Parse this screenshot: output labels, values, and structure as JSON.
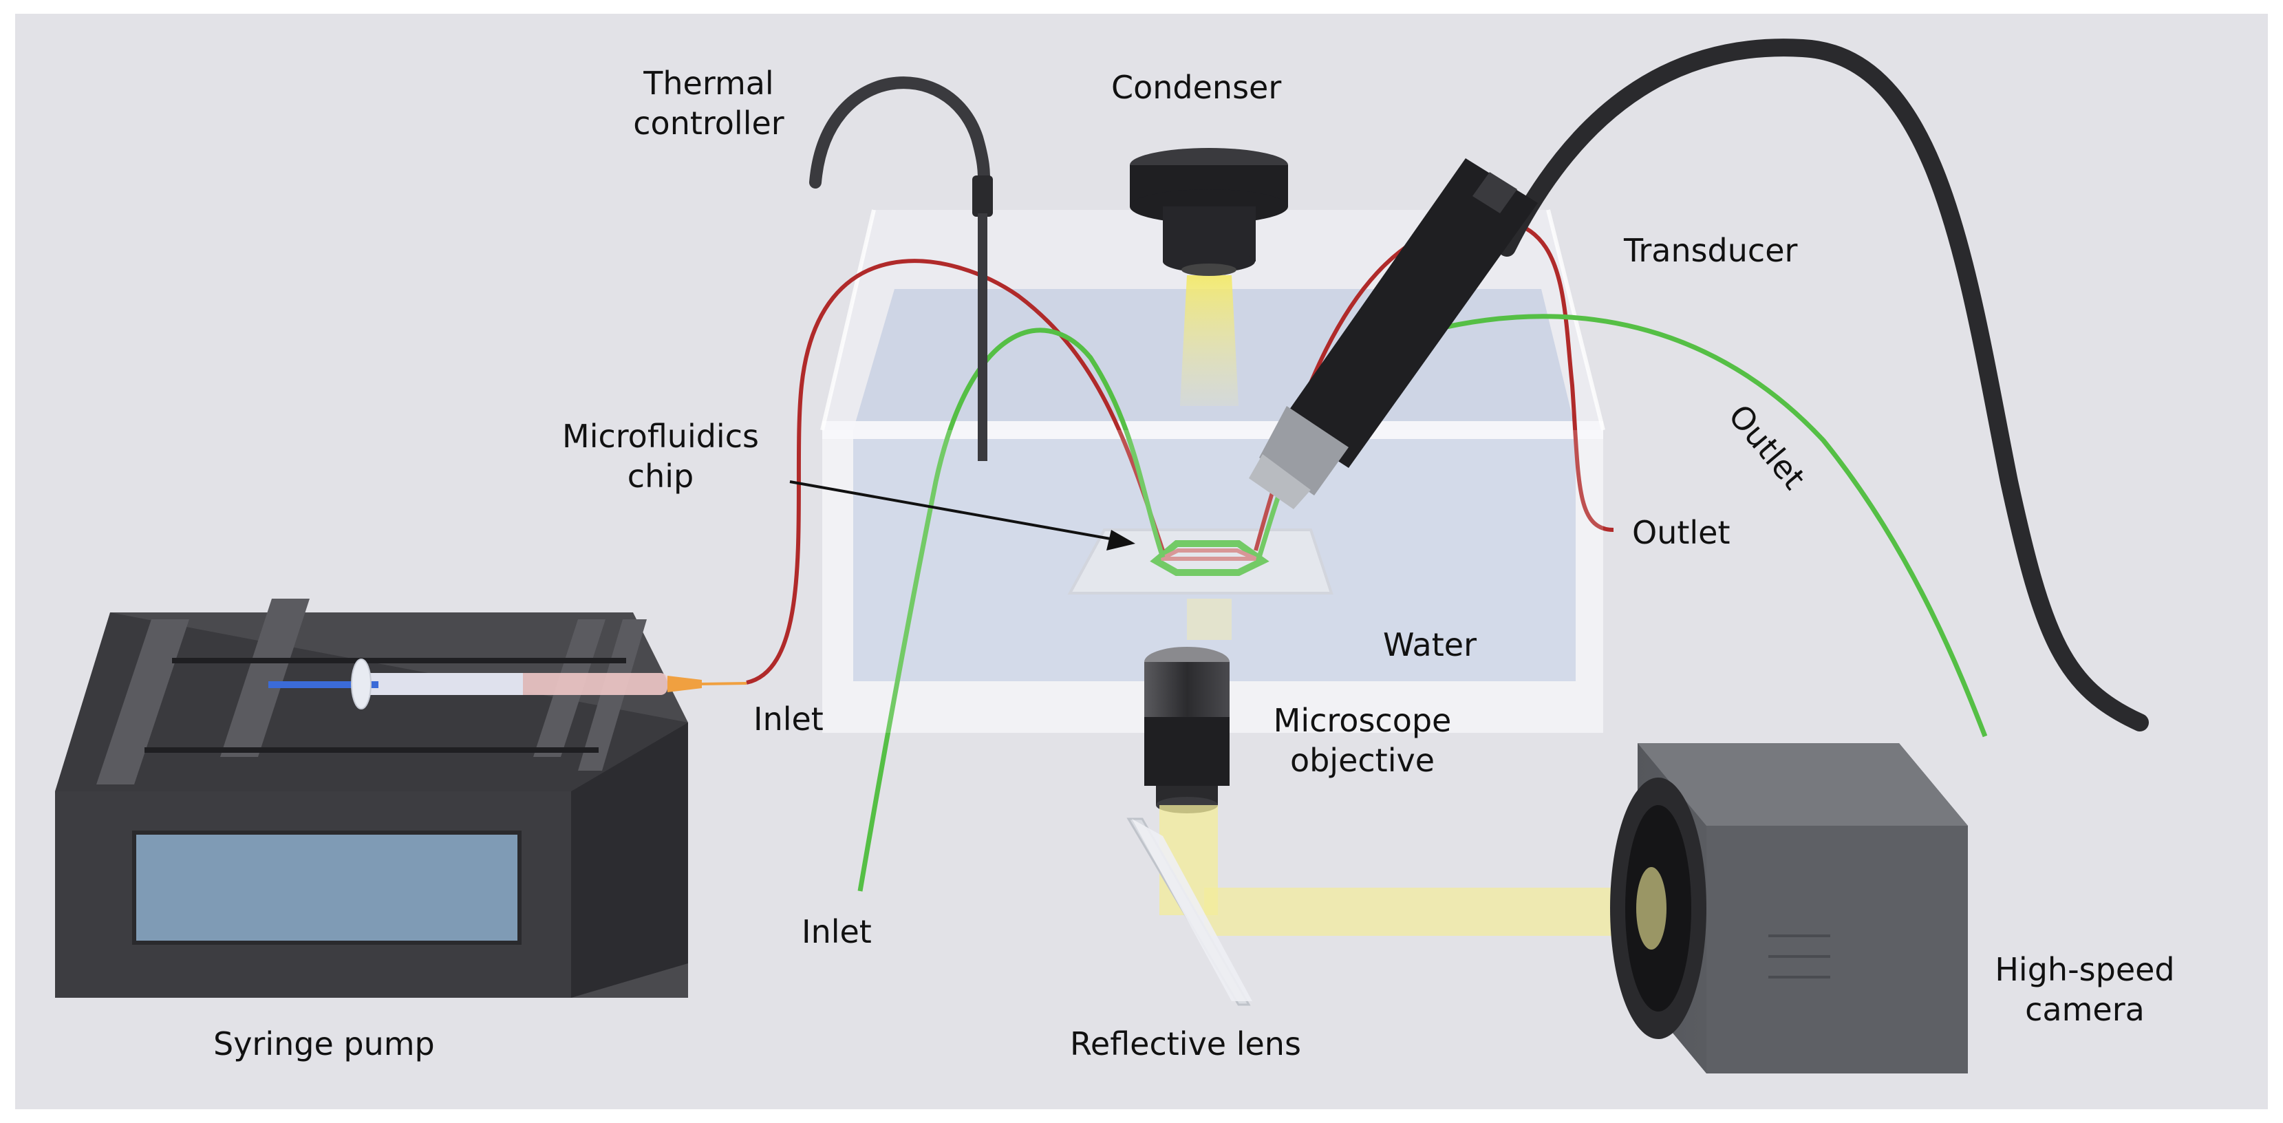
{
  "labels": {
    "thermal_controller": [
      "Thermal",
      "controller"
    ],
    "condenser": "Condenser",
    "transducer": "Transducer",
    "microfluidics_chip": [
      "Microfluidics",
      "chip"
    ],
    "outlet_red": "Outlet",
    "outlet_green": "Outlet",
    "water": "Water",
    "inlet_red": "Inlet",
    "inlet_green": "Inlet",
    "microscope_objective": [
      "Microscope",
      "objective"
    ],
    "syringe_pump": "Syringe pump",
    "reflective_lens": "Reflective lens",
    "high_speed_camera": [
      "High-speed",
      "camera"
    ]
  },
  "colors": {
    "background": "#e2e2e7",
    "red_tube": "#b02a2a",
    "green_tube": "#55bf45",
    "light_beam": "#f3ec9a",
    "water": "#bfc8dc",
    "device_dark": "#2f2f32"
  }
}
